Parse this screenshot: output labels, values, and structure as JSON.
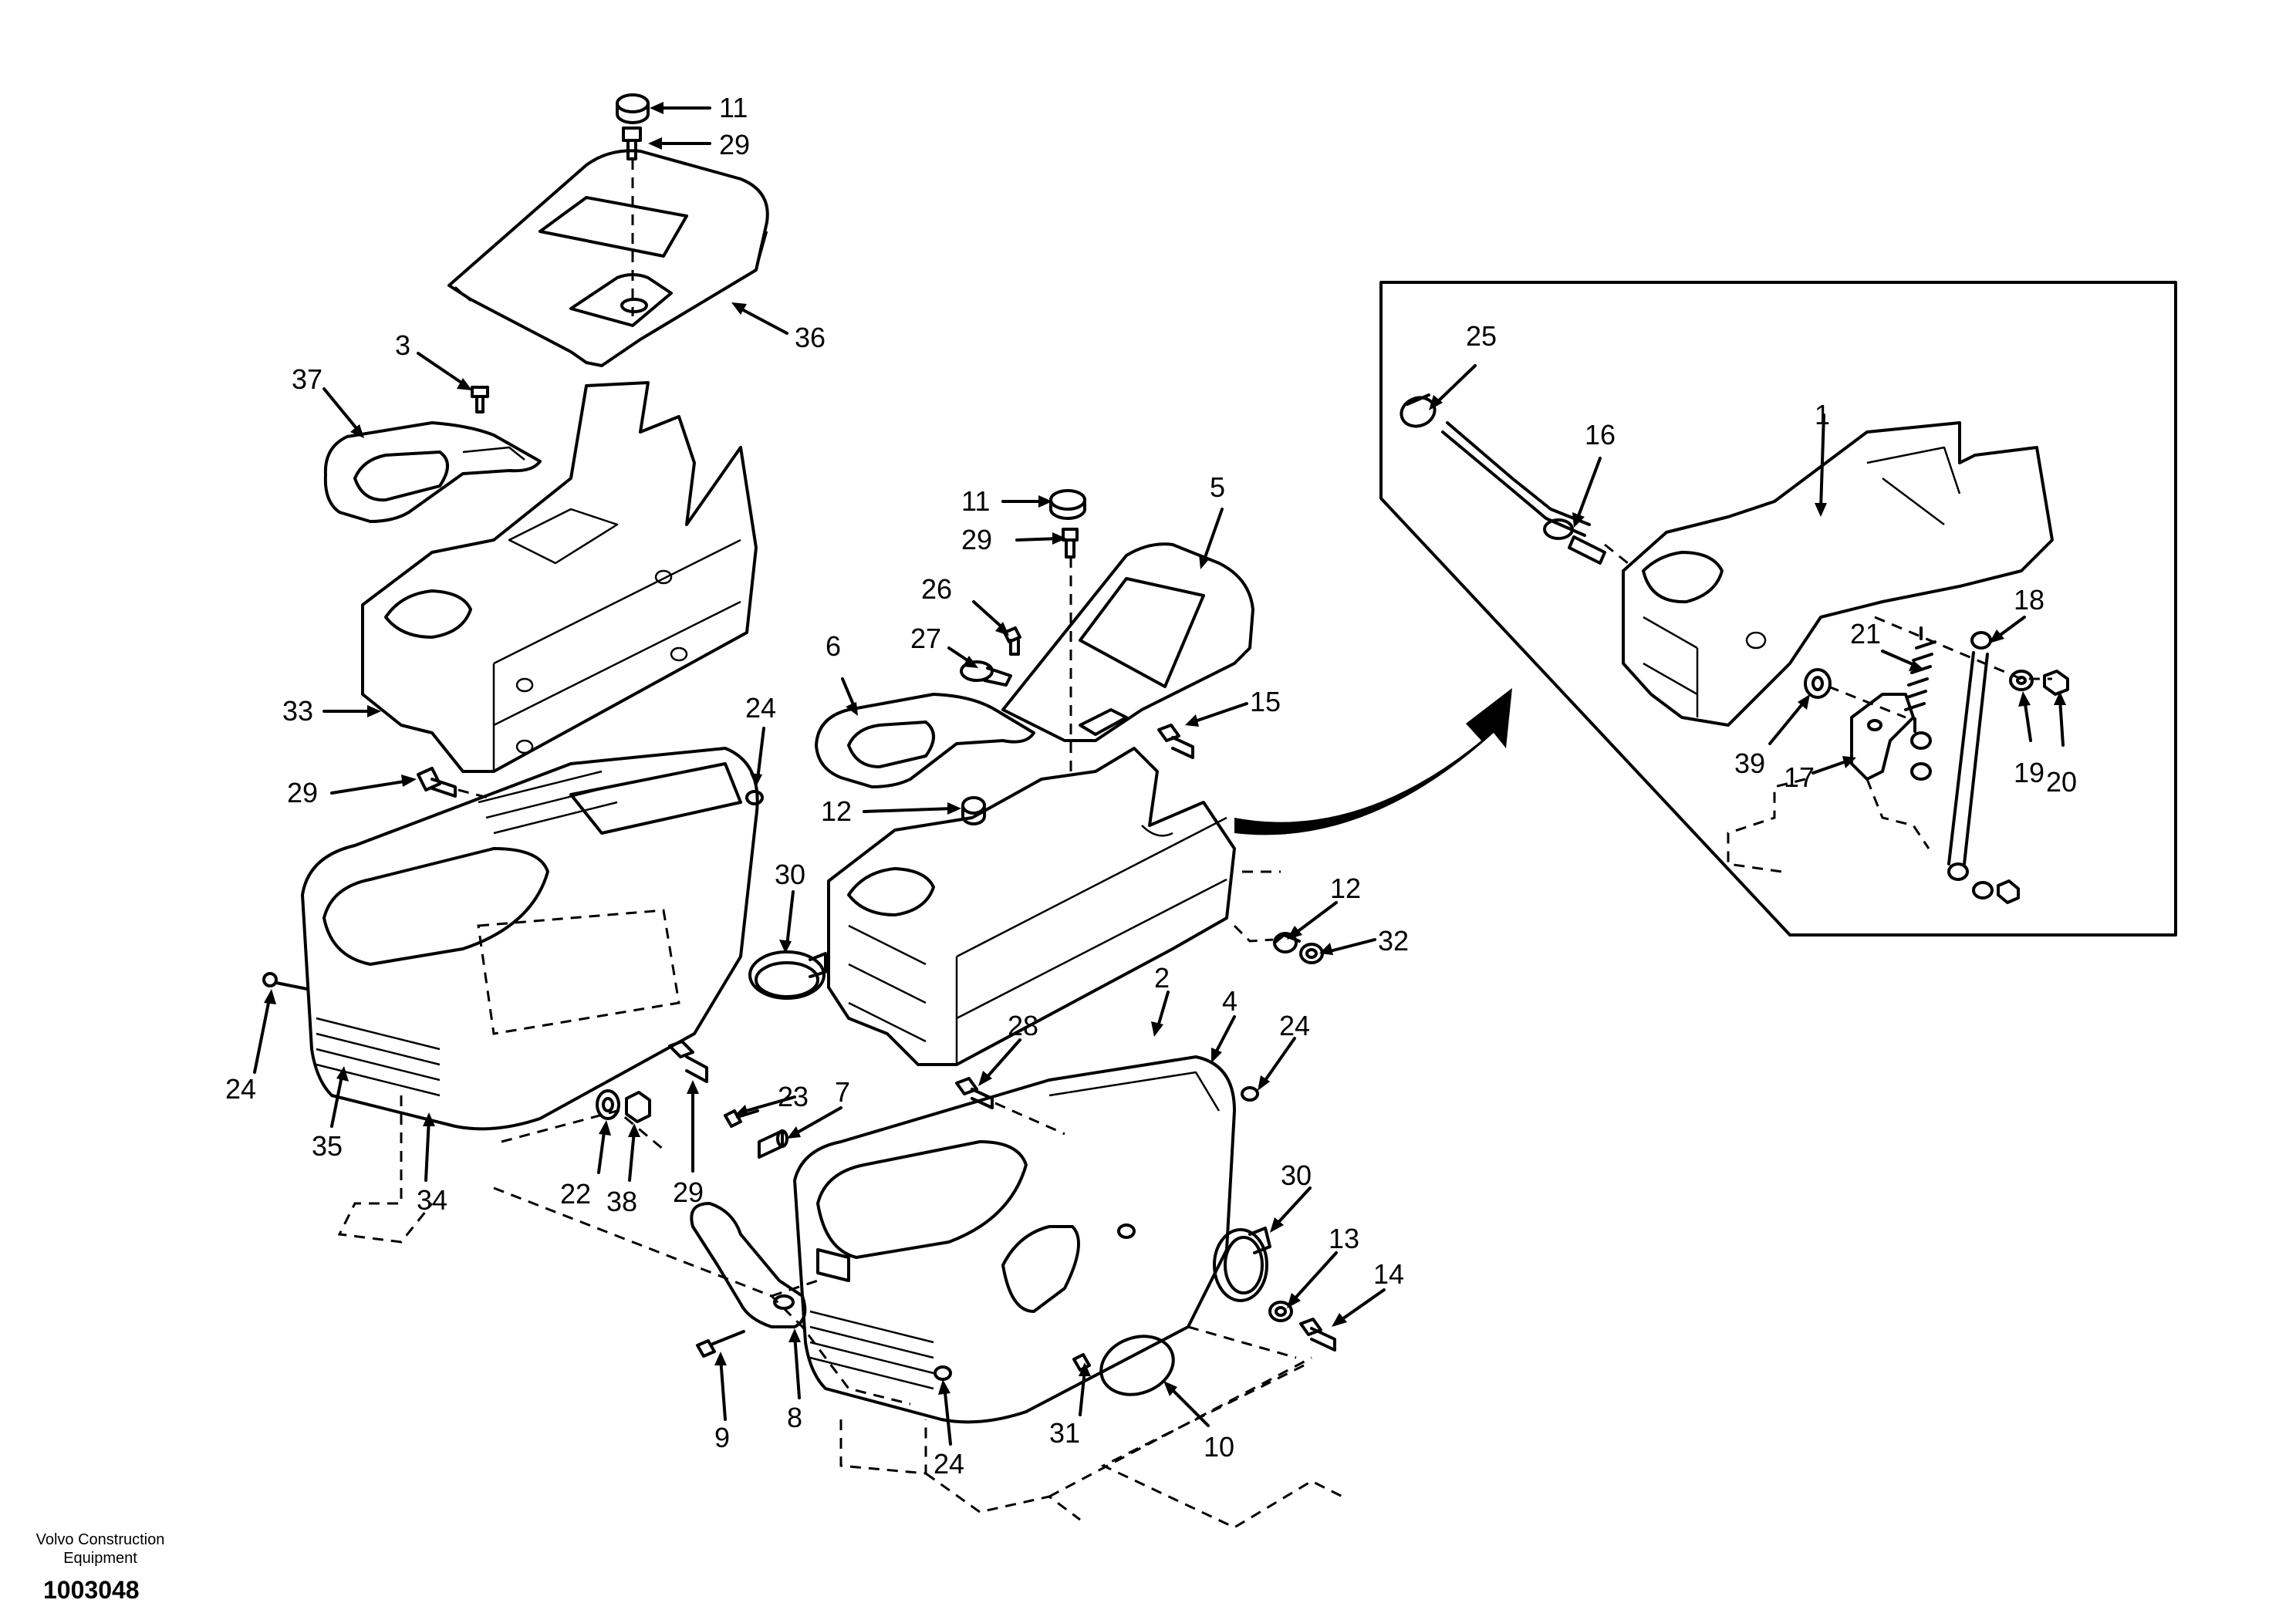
{
  "diagram": {
    "footer": {
      "brand_line1": "Volvo Construction",
      "brand_line2": "Equipment",
      "drawing_number": "1003048"
    },
    "callouts": [
      {
        "id": "c-11a",
        "text": "11"
      },
      {
        "id": "c-29a",
        "text": "29"
      },
      {
        "id": "c-36",
        "text": "36"
      },
      {
        "id": "c-3",
        "text": "3"
      },
      {
        "id": "c-37",
        "text": "37"
      },
      {
        "id": "c-33",
        "text": "33"
      },
      {
        "id": "c-29b",
        "text": "29"
      },
      {
        "id": "c-24a",
        "text": "24"
      },
      {
        "id": "c-24b",
        "text": "24"
      },
      {
        "id": "c-35",
        "text": "35"
      },
      {
        "id": "c-34",
        "text": "34"
      },
      {
        "id": "c-22",
        "text": "22"
      },
      {
        "id": "c-38",
        "text": "38"
      },
      {
        "id": "c-29c",
        "text": "29"
      },
      {
        "id": "c-30a",
        "text": "30"
      },
      {
        "id": "c-23",
        "text": "23"
      },
      {
        "id": "c-7",
        "text": "7"
      },
      {
        "id": "c-9",
        "text": "9"
      },
      {
        "id": "c-8",
        "text": "8"
      },
      {
        "id": "c-11b",
        "text": "11"
      },
      {
        "id": "c-29d",
        "text": "29"
      },
      {
        "id": "c-5",
        "text": "5"
      },
      {
        "id": "c-26",
        "text": "26"
      },
      {
        "id": "c-27",
        "text": "27"
      },
      {
        "id": "c-6",
        "text": "6"
      },
      {
        "id": "c-15",
        "text": "15"
      },
      {
        "id": "c-12a",
        "text": "12"
      },
      {
        "id": "c-12b",
        "text": "12"
      },
      {
        "id": "c-32",
        "text": "32"
      },
      {
        "id": "c-2",
        "text": "2"
      },
      {
        "id": "c-4",
        "text": "4"
      },
      {
        "id": "c-24c",
        "text": "24"
      },
      {
        "id": "c-28",
        "text": "28"
      },
      {
        "id": "c-30b",
        "text": "30"
      },
      {
        "id": "c-13",
        "text": "13"
      },
      {
        "id": "c-14",
        "text": "14"
      },
      {
        "id": "c-31",
        "text": "31"
      },
      {
        "id": "c-24d",
        "text": "24"
      },
      {
        "id": "c-10",
        "text": "10"
      },
      {
        "id": "c-25",
        "text": "25"
      },
      {
        "id": "c-16",
        "text": "16"
      },
      {
        "id": "c-1",
        "text": "1"
      },
      {
        "id": "c-18",
        "text": "18"
      },
      {
        "id": "c-21",
        "text": "21"
      },
      {
        "id": "c-39",
        "text": "39"
      },
      {
        "id": "c-17",
        "text": "17"
      },
      {
        "id": "c-19",
        "text": "19"
      },
      {
        "id": "c-20",
        "text": "20"
      }
    ]
  }
}
